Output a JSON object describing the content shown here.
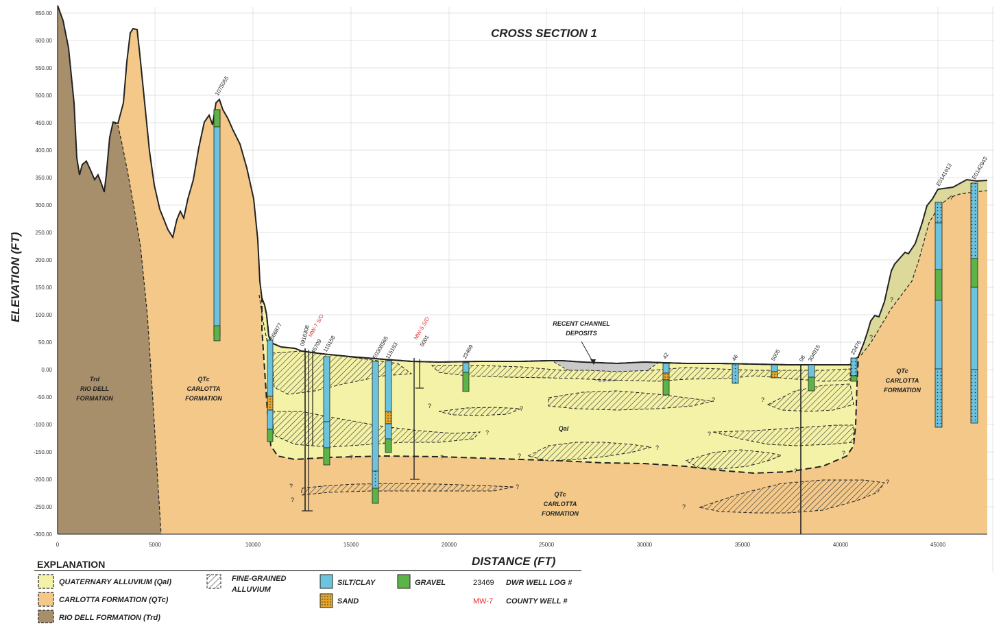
{
  "title": "CROSS SECTION 1",
  "y_axis_title": "ELEVATION (FT)",
  "x_axis_title": "DISTANCE (FT)",
  "y_ticks": [
    "650.00",
    "600.00",
    "550.00",
    "500.00",
    "450.00",
    "400.00",
    "350.00",
    "300.00",
    "250.00",
    "200.00",
    "150.00",
    "100.00",
    "50.00",
    "0.00",
    "-50.00",
    "-100.00",
    "-150.00",
    "-200.00",
    "-250.00",
    "-300.00"
  ],
  "x_ticks": [
    "0",
    "5000",
    "10000",
    "15000",
    "20000",
    "25000",
    "30000",
    "35000",
    "40000",
    "45000"
  ],
  "formation_labels": {
    "trd": [
      "Trd",
      "RIO DELL",
      "FORMATION"
    ],
    "qtc_left": [
      "QTc",
      "CARLOTTA",
      "FORMATION"
    ],
    "qtc_right": [
      "QTc",
      "CARLOTTA",
      "FORMATION"
    ],
    "qtc_bottom": [
      "QTc",
      "CARLOTTA",
      "FORMATION"
    ],
    "qal": "Qal",
    "recent": [
      "RECENT CHANNEL",
      "DEPOSITS"
    ]
  },
  "wells": [
    {
      "id": "1075055",
      "color": "black"
    },
    {
      "id": "666877",
      "color": "black"
    },
    {
      "id": "0916308",
      "color": "black"
    },
    {
      "id": "MW-7 S/D",
      "color": "red"
    },
    {
      "id": "45709",
      "color": "black"
    },
    {
      "id": "115158",
      "color": "black"
    },
    {
      "id": "E0308565",
      "color": "black"
    },
    {
      "id": "115183",
      "color": "black"
    },
    {
      "id": "MW-5 S/D",
      "color": "red"
    },
    {
      "id": "5001",
      "color": "black"
    },
    {
      "id": "23469",
      "color": "black"
    },
    {
      "id": "42",
      "color": "black"
    },
    {
      "id": "46",
      "color": "black"
    },
    {
      "id": "5005",
      "color": "black"
    },
    {
      "id": "08",
      "color": "black"
    },
    {
      "id": "304915",
      "color": "black"
    },
    {
      "id": "23476",
      "color": "black"
    },
    {
      "id": "E0141613",
      "color": "black"
    },
    {
      "id": "E0142843",
      "color": "black"
    }
  ],
  "explanation": {
    "title": "EXPLANATION",
    "items": [
      {
        "label": "QUATERNARY ALLUVIUM (Qal)",
        "color": "#f4f2a6"
      },
      {
        "label": "CARLOTTA FORMATION (QTc)",
        "color": "#f3c889"
      },
      {
        "label": "RIO DELL FORMATION (Trd)",
        "color": "#a88f6b"
      },
      {
        "label": "FINE-GRAINED",
        "label2": "ALLUVIUM",
        "pattern": "hatch"
      },
      {
        "label": "SILT/CLAY",
        "color": "#6cc3dd"
      },
      {
        "label": "SAND",
        "color": "#e3a62a"
      },
      {
        "label": "GRAVEL",
        "color": "#5cb347"
      }
    ],
    "codes": [
      {
        "code": "23469",
        "label": "DWR WELL LOG #",
        "color": "black"
      },
      {
        "code": "MW-7",
        "label": "COUNTY WELL #",
        "color": "red"
      }
    ]
  },
  "colors": {
    "qal": "#f4f2a6",
    "qtc": "#f3c889",
    "trd": "#a88f6b",
    "upland": "#dcd99a",
    "silt": "#6cc3dd",
    "gravel": "#5cb347",
    "sand": "#e3a62a",
    "recent": "#c9c9c9",
    "label_red": "#e03030"
  }
}
